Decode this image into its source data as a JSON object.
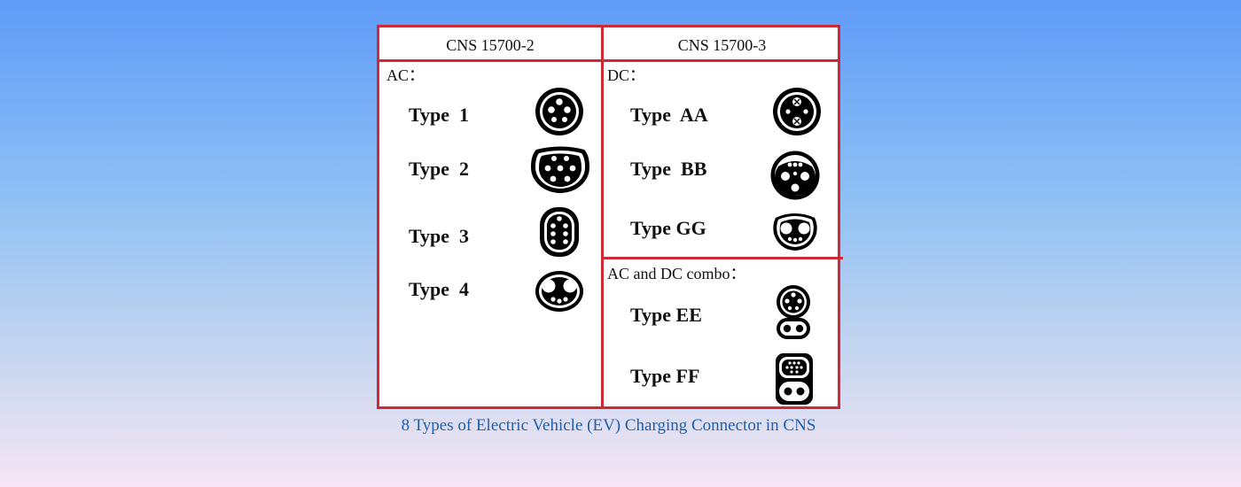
{
  "headers": {
    "left": "CNS 15700-2",
    "right": "CNS 15700-3"
  },
  "sections": {
    "ac": "AC：",
    "dc": "DC：",
    "combo": "AC and DC combo："
  },
  "types": {
    "t1": "Type  1",
    "t2": "Type  2",
    "t3": "Type  3",
    "t4": "Type  4",
    "aa": "Type  AA",
    "bb": "Type  BB",
    "gg": "Type GG",
    "ee": "Type EE",
    "ff": "Type FF"
  },
  "caption": "8 Types of Electric Vehicle (EV) Charging Connector in CNS",
  "colors": {
    "border": "#cc2a36",
    "caption": "#1f5fb0",
    "icon": "#000000"
  }
}
